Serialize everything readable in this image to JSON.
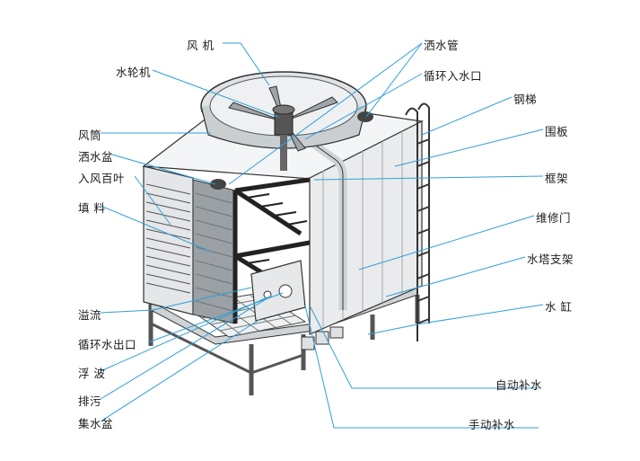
{
  "labels": {
    "fan": "风 机",
    "water_wheel": "水轮机",
    "fan_cylinder": "风筒",
    "spray_basin": "洒水盆",
    "inlet_louver": "入风百叶",
    "fill": "填 料",
    "overflow": "溢流",
    "outlet": "循环水出口",
    "float": "浮 波",
    "drain": "排污",
    "collect_basin": "集水盆",
    "spray_pipe": "洒水管",
    "inlet": "循环入水口",
    "ladder": "钢梯",
    "casing": "围板",
    "frame": "框架",
    "access_door": "维修门",
    "tower_support": "水塔支架",
    "tank": "水 缸",
    "auto_makeup": "自动补水",
    "manual_makeup": "手动补水"
  },
  "colors": {
    "leader_line": "#2f9fd8",
    "outline": "#333333",
    "panel": "#e9ebec",
    "panel_shade": "#d3d6d8"
  }
}
